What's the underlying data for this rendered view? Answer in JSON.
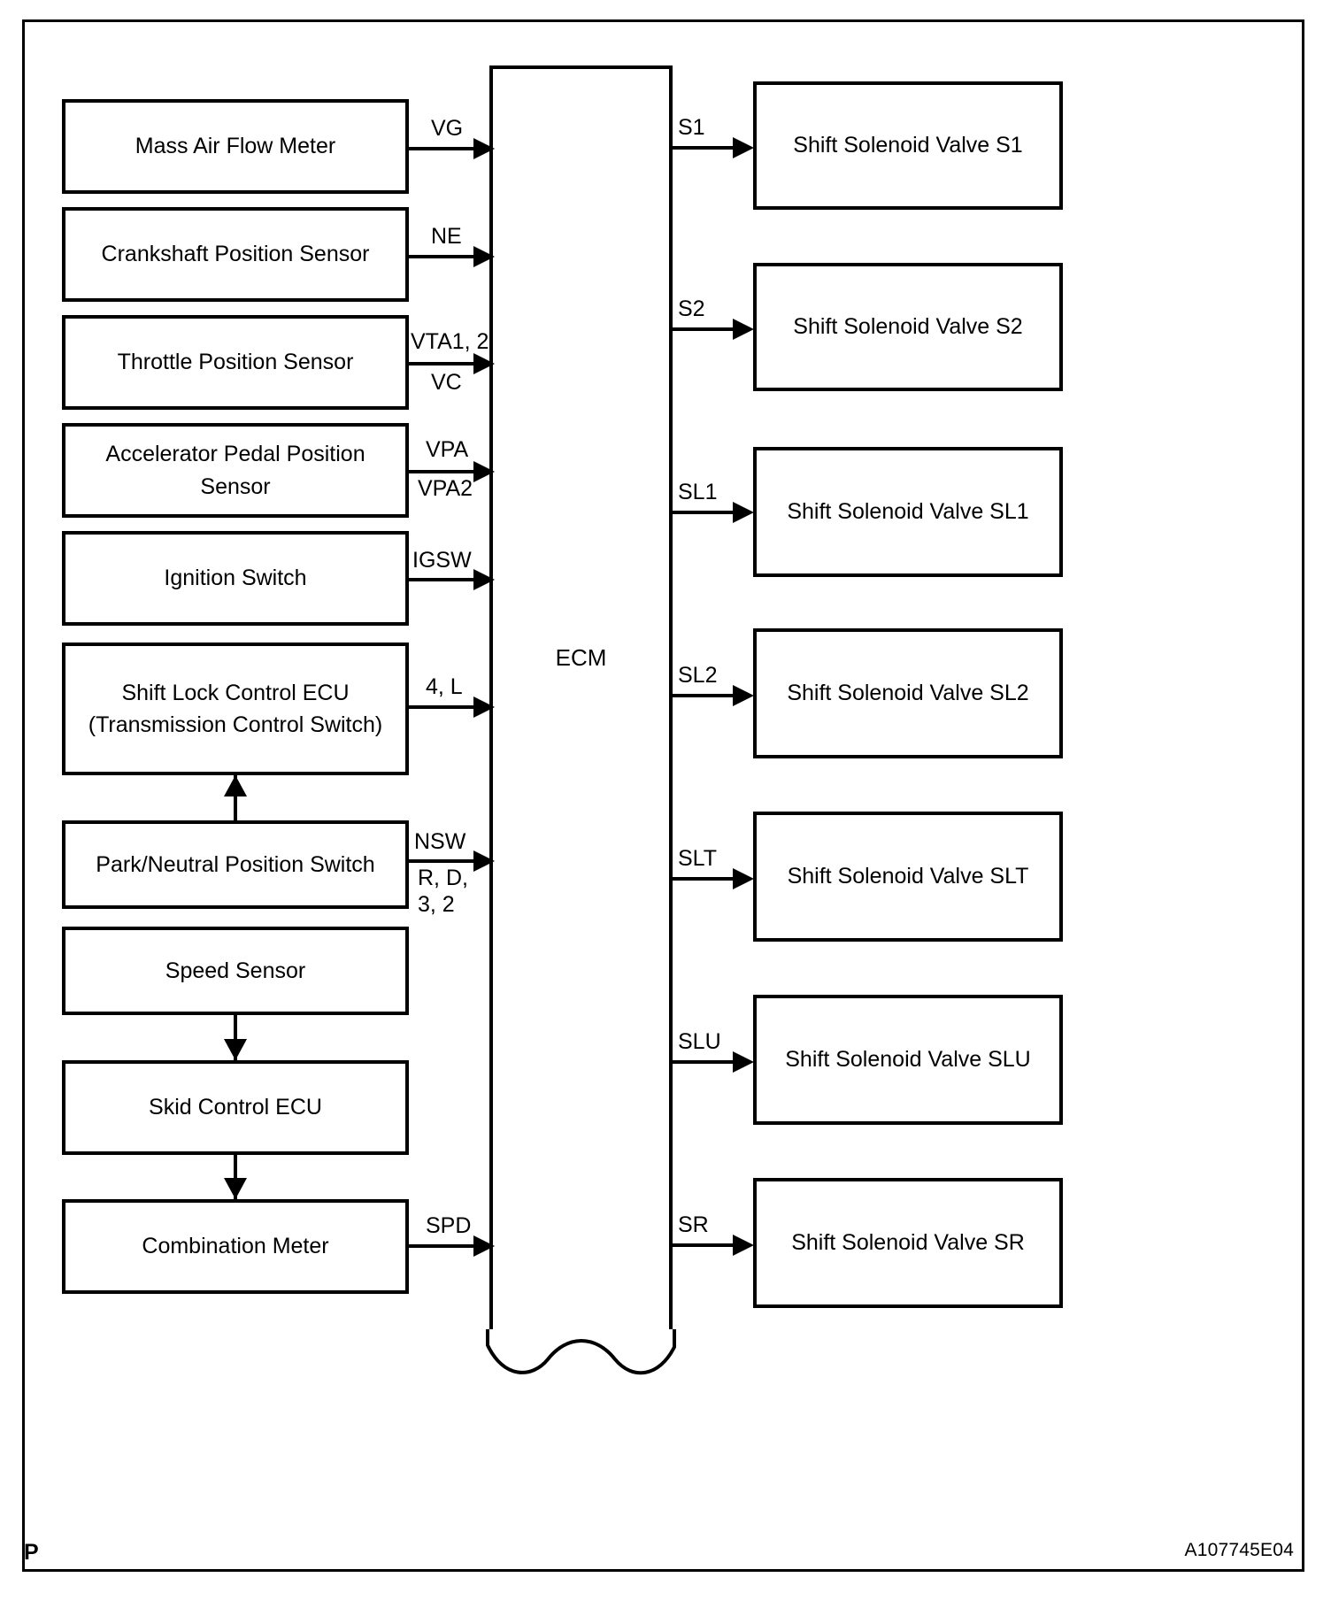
{
  "figure": {
    "corner_mark": "P",
    "code": "A107745E04"
  },
  "ecm": {
    "label": "ECM"
  },
  "inputs": [
    {
      "label": "Mass Air Flow Meter",
      "signal_above": "VG",
      "signal_below": ""
    },
    {
      "label": "Crankshaft Position Sensor",
      "signal_above": "NE",
      "signal_below": ""
    },
    {
      "label": "Throttle Position Sensor",
      "signal_above": "VTA1, 2",
      "signal_below": "VC"
    },
    {
      "label": "Accelerator Pedal Position Sensor",
      "signal_above": "VPA",
      "signal_below": "VPA2"
    },
    {
      "label": "Ignition Switch",
      "signal_above": "IGSW",
      "signal_below": ""
    },
    {
      "label": "Shift Lock Control ECU\n(Transmission Control Switch)",
      "signal_above": "4, L",
      "signal_below": ""
    },
    {
      "label": "Park/Neutral Position Switch",
      "signal_above": "NSW",
      "signal_below": "R, D,\n3, 2"
    },
    {
      "label": "Speed Sensor",
      "signal_above": "",
      "signal_below": ""
    },
    {
      "label": "Skid Control ECU",
      "signal_above": "",
      "signal_below": ""
    },
    {
      "label": "Combination Meter",
      "signal_above": "SPD",
      "signal_below": ""
    }
  ],
  "outputs": [
    {
      "label": "Shift Solenoid Valve S1",
      "signal": "S1"
    },
    {
      "label": "Shift Solenoid Valve S2",
      "signal": "S2"
    },
    {
      "label": "Shift Solenoid Valve SL1",
      "signal": "SL1"
    },
    {
      "label": "Shift Solenoid Valve SL2",
      "signal": "SL2"
    },
    {
      "label": "Shift Solenoid Valve SLT",
      "signal": "SLT"
    },
    {
      "label": "Shift Solenoid Valve SLU",
      "signal": "SLU"
    },
    {
      "label": "Shift Solenoid Valve SR",
      "signal": "SR"
    }
  ],
  "colors": {
    "line": "#000000",
    "background": "#ffffff"
  }
}
